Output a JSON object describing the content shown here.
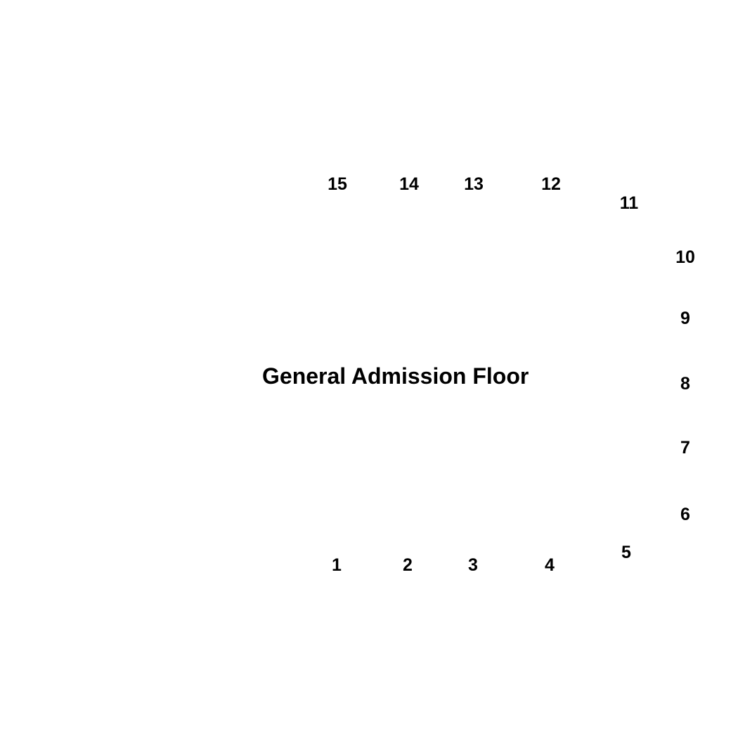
{
  "floor": {
    "label": "General Admission Floor"
  },
  "sections": [
    {
      "id": "1",
      "label": "1"
    },
    {
      "id": "2",
      "label": "2"
    },
    {
      "id": "3",
      "label": "3"
    },
    {
      "id": "4",
      "label": "4"
    },
    {
      "id": "5",
      "label": "5"
    },
    {
      "id": "6",
      "label": "6"
    },
    {
      "id": "7",
      "label": "7"
    },
    {
      "id": "8",
      "label": "8"
    },
    {
      "id": "9",
      "label": "9"
    },
    {
      "id": "10",
      "label": "10"
    },
    {
      "id": "11",
      "label": "11"
    },
    {
      "id": "12",
      "label": "12"
    },
    {
      "id": "13",
      "label": "13"
    },
    {
      "id": "14",
      "label": "14"
    },
    {
      "id": "15",
      "label": "15"
    }
  ],
  "colors": {
    "background": "#ffffff",
    "text": "#000000"
  }
}
